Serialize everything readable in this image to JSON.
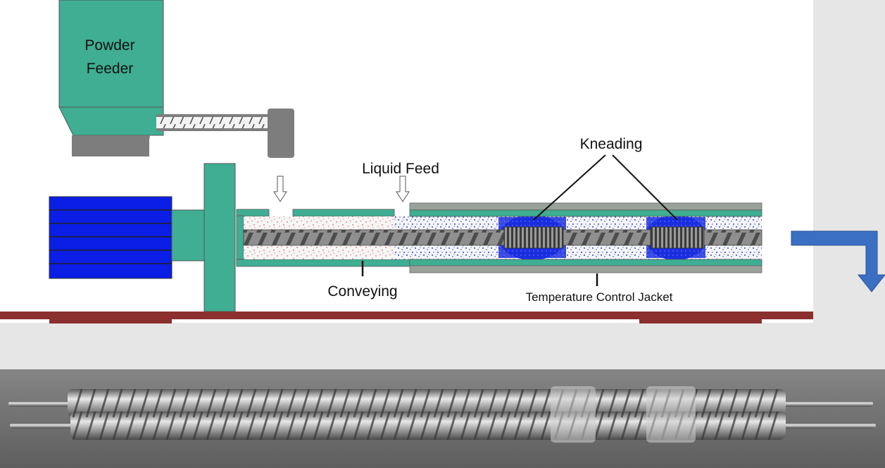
{
  "labels": {
    "powder_feeder_line1": "Powder",
    "powder_feeder_line2": "Feeder",
    "liquid_feed": "Liquid Feed",
    "kneading": "Kneading",
    "conveying": "Conveying",
    "temperature_jacket": "Temperature Control Jacket"
  },
  "colors": {
    "feeder_green": "#3fae93",
    "hopper_grey": "#7d7d7d",
    "motor_blue": "#0a1ee6",
    "jacket_grey": "#9aa19b",
    "base_rail": "#8b2f2f",
    "flow_arrow": "#3a6fc4",
    "powder_particles": "#e0616b",
    "liquid_particles": "#2a3fe0",
    "kneading_blue": "#1a2ee0",
    "photo_bg": "#6e6e6e"
  }
}
